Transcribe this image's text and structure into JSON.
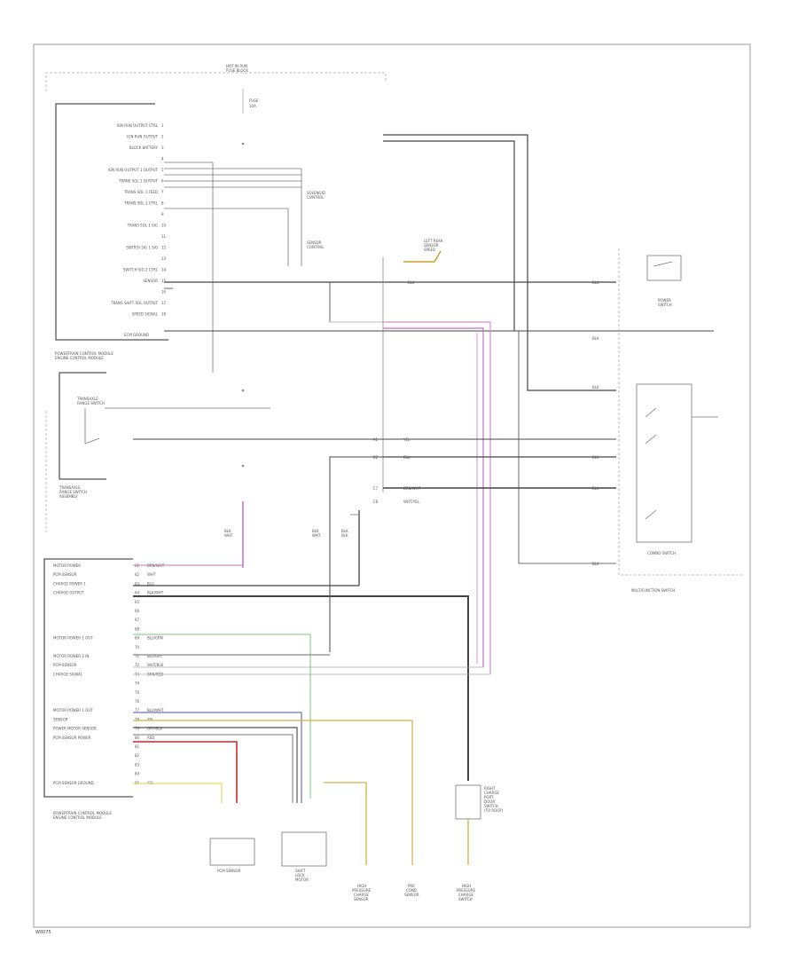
{
  "footer": {
    "code": "W0075"
  },
  "top_label": {
    "line1": "HOT IN RUN",
    "line2": "FUSE BLOCK"
  },
  "fuse": {
    "line1": "FUSE",
    "line2": "10A"
  },
  "ecm_top": {
    "label_line1": "POWERTRAIN CONTROL MODULE",
    "label_line2": "ENGINE CONTROL MODULE",
    "ground_label": "ECM GROUND",
    "pins": [
      {
        "label": "IGN RUN OUTPUT CTRL",
        "num": "1"
      },
      {
        "label": "IGN RUN OUTPUT",
        "num": "2"
      },
      {
        "label": "BLOCK BATTERY",
        "num": "3"
      },
      {
        "label": "",
        "num": "4"
      },
      {
        "label": "IGN RUN OUTPUT 1 OUTPUT",
        "num": "5"
      },
      {
        "label": "TRANS SOL 1 OUTPUT",
        "num": "6"
      },
      {
        "label": "TRANS SOL 1 FEED",
        "num": "7"
      },
      {
        "label": "TRANS SOL 1 CTRL",
        "num": "8"
      },
      {
        "label": "",
        "num": "9"
      },
      {
        "label": "TRANS SOL 1 SIG",
        "num": "10"
      },
      {
        "label": "",
        "num": "11"
      },
      {
        "label": "SWITCH SIG 1 SIG",
        "num": "12"
      },
      {
        "label": "",
        "num": "13"
      },
      {
        "label": "SWITCH SIG 2 CTRL",
        "num": "14"
      },
      {
        "label": "SENSOR",
        "num": "15"
      },
      {
        "label": "",
        "num": "16"
      },
      {
        "label": "TRANS SHIFT SOL OUTPUT",
        "num": "17"
      },
      {
        "label": "SPEED SIGNAL",
        "num": "18"
      }
    ]
  },
  "relay_labels": {
    "r1_line1": "SOLENOID",
    "r1_line2": "CONTROL",
    "r2_line1": "SENSOR",
    "r2_line2": "CONTROL"
  },
  "switch_top": {
    "line1": "LEFT REAR",
    "line2": "SENSOR",
    "line3": "SPEED"
  },
  "connector_mid": {
    "pins": [
      {
        "num": "A1",
        "wire": "YEL"
      },
      {
        "num": "B2",
        "wire": "BLU"
      },
      {
        "num": "C7",
        "wire": "BRN/WHT"
      },
      {
        "num": "C8",
        "wire": "WHT/YEL"
      }
    ]
  },
  "power_switch": {
    "line1": "POWER",
    "line2": "SWITCH"
  },
  "wire_tags": {
    "t1": "BLU",
    "t2": "BLK",
    "t3": "BLK",
    "t4": "BLK",
    "t5": "BLK",
    "t6": "BLK",
    "t7": "BLK"
  },
  "combo_switch": {
    "label": "COMBO SWITCH",
    "sub_label": "MULTIFUNCTION SWITCH"
  },
  "gear_switch": {
    "label_line1": "TRANSAXLE",
    "label_line2": "RANGE SWITCH",
    "caption_line1": "TRANSAXLE",
    "caption_line2": "RANGE SWITCH",
    "caption_line3": "ASSEMBLY"
  },
  "ecm_bottom": {
    "label_line1": "POWERTRAIN CONTROL MODULE",
    "label_line2": "ENGINE CONTROL MODULE",
    "pins": [
      {
        "label": "MOTOR POWER",
        "num": "61",
        "wire": "BRN/WHT"
      },
      {
        "label": "PCM SENSOR",
        "num": "62",
        "wire": "WHT"
      },
      {
        "label": "CHARGE POWER 1",
        "num": "63",
        "wire": "BLU"
      },
      {
        "label": "CHARGE OUTPUT",
        "num": "64",
        "wire": "BLK/WHT"
      },
      {
        "label": "",
        "num": "65",
        "wire": ""
      },
      {
        "label": "",
        "num": "66",
        "wire": ""
      },
      {
        "label": "",
        "num": "67",
        "wire": ""
      },
      {
        "label": "",
        "num": "68",
        "wire": ""
      },
      {
        "label": "MOTOR POWER 1 OUT",
        "num": "69",
        "wire": "BLU/GRN"
      },
      {
        "label": "",
        "num": "70",
        "wire": ""
      },
      {
        "label": "MOTOR POWER 2 IN",
        "num": "71",
        "wire": "BLU/GRY"
      },
      {
        "label": "PCM SENSOR",
        "num": "72",
        "wire": "WHT/BLK"
      },
      {
        "label": "CHARGE SIGNAL",
        "num": "73",
        "wire": "BRN/RED"
      },
      {
        "label": "",
        "num": "74",
        "wire": ""
      },
      {
        "label": "",
        "num": "75",
        "wire": ""
      },
      {
        "label": "",
        "num": "76",
        "wire": ""
      },
      {
        "label": "MOTOR POWER 1 OUT",
        "num": "77",
        "wire": "BLU/WHT"
      },
      {
        "label": "SENSOR",
        "num": "78",
        "wire": "YEL"
      },
      {
        "label": "POWER MOTOR SENSOR",
        "num": "79",
        "wire": "GRY/BLK"
      },
      {
        "label": "PCM SENSOR POWER",
        "num": "80",
        "wire": "RED"
      },
      {
        "label": "",
        "num": "81",
        "wire": ""
      },
      {
        "label": "",
        "num": "82",
        "wire": ""
      },
      {
        "label": "",
        "num": "83",
        "wire": ""
      },
      {
        "label": "",
        "num": "84",
        "wire": ""
      },
      {
        "label": "PCM SENSOR GROUND",
        "num": "85",
        "wire": "YEL"
      }
    ]
  },
  "mid_wires": {
    "w1_line1": "BLK",
    "w1_line2": "WHT",
    "w2_line1": "BLK",
    "w2_line2": "WHT",
    "w3_line1": "BLK",
    "w3_line2": "BLK"
  },
  "bottom_components": {
    "pcm_sensor": "PCM SENSOR",
    "motor_line1": "SHIFT",
    "motor_line2": "LOCK",
    "motor_line3": "MOTOR",
    "sensor_right_line1": "RIGHT",
    "sensor_right_line2": "CHARGE",
    "sensor_right_line3": "PORT",
    "sensor_right_line4": "DOOR",
    "sensor_right_line5": "SWITCH",
    "sensor_right_line6": "(TO ROOF)",
    "s1_line1": "HIGH",
    "s1_line2": "PRESSURE",
    "s1_line3": "CHARGE",
    "s1_line4": "SENSOR",
    "s2_line1": "PRE",
    "s2_line2": "COND",
    "s2_line3": "SENSOR",
    "s3_line1": "HIGH",
    "s3_line2": "PRESSURE",
    "s3_line3": "CHARGE",
    "s3_line4": "SWITCH"
  }
}
